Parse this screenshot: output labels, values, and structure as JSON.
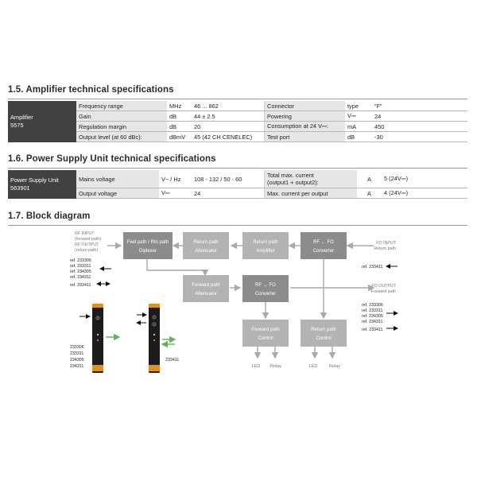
{
  "amplifier": {
    "title": "1.5.  Amplifier technical specifications",
    "device": [
      "Amplifier",
      "5575"
    ],
    "rows": [
      {
        "param": "Frequency range",
        "unit": "MHz",
        "value": "46 ... 862",
        "param2": "Connector",
        "unit2": "type",
        "value2": "“F”"
      },
      {
        "param": "Gain",
        "unit": "dB",
        "value": "44 ± 2.5",
        "param2": "Powering",
        "unit2": "V⎓",
        "value2": "24"
      },
      {
        "param": "Regulation margin",
        "unit": "dB",
        "value": "20",
        "param2": "Consumption at 24 V⎓:",
        "unit2": "mA",
        "value2": "450"
      },
      {
        "param": "Output level (at 60 dBc):",
        "unit": "dBmV",
        "value": "45 (42 CH CENELEC)",
        "param2": "Test port",
        "unit2": "dB",
        "value2": "-30"
      }
    ]
  },
  "psu": {
    "title": "1.6.  Power Supply Unit technical specifications",
    "device": [
      "Power Supply Unit",
      "563901"
    ],
    "rows": [
      {
        "param": "Mains voltage",
        "unit": "V~ / Hz",
        "value": "108 - 132 / 50 - 60",
        "param2a": "Total max. current",
        "param2b": "(output1 + output2):",
        "unit2": "A",
        "value2": "5   (24V⎓)"
      },
      {
        "param": "Output voltage",
        "unit": "V⎓",
        "value": "24",
        "param2": "Max. current per output",
        "unit2": "A",
        "value2": "4   (24V⎓)"
      }
    ]
  },
  "block": {
    "title": "1.7.  Block diagram",
    "boxes": {
      "diplexer": [
        "Fwd path / Rtn path",
        "Diplexer"
      ],
      "ret_att": [
        "Return path",
        "Attenuator"
      ],
      "ret_amp": [
        "Return path",
        "Amplifier"
      ],
      "rf_fo": [
        "RF ← FO",
        "Converter"
      ],
      "fwd_att": [
        "Forward path",
        "Attenuator"
      ],
      "rf_to_fo": [
        "RF → FO",
        "Converter"
      ],
      "fwd_ctrl": [
        "Forward path",
        "Control"
      ],
      "ret_ctrl": [
        "Return path",
        "Control"
      ]
    },
    "left_labels": [
      "RF INPUT",
      "(forward path)",
      "RF OUTPUT",
      "(return path)"
    ],
    "fo_input": [
      "FO INPUT",
      "Return path"
    ],
    "fo_output": [
      "FO OUTPUT",
      "Forward path"
    ],
    "refs_left": [
      "ref. 233306",
      "ref. 233311",
      "ref. 234305",
      "ref. 234311"
    ],
    "ref_233411": "ref. 233411",
    "refs_right": [
      "ref. 233306",
      "ref. 233311",
      "ref. 234305",
      "ref. 234311"
    ],
    "led": "LED",
    "relay": "Relay",
    "module_codes_left": [
      "233306",
      "233311",
      "234305",
      "234311"
    ],
    "module_code_right": "233411"
  }
}
